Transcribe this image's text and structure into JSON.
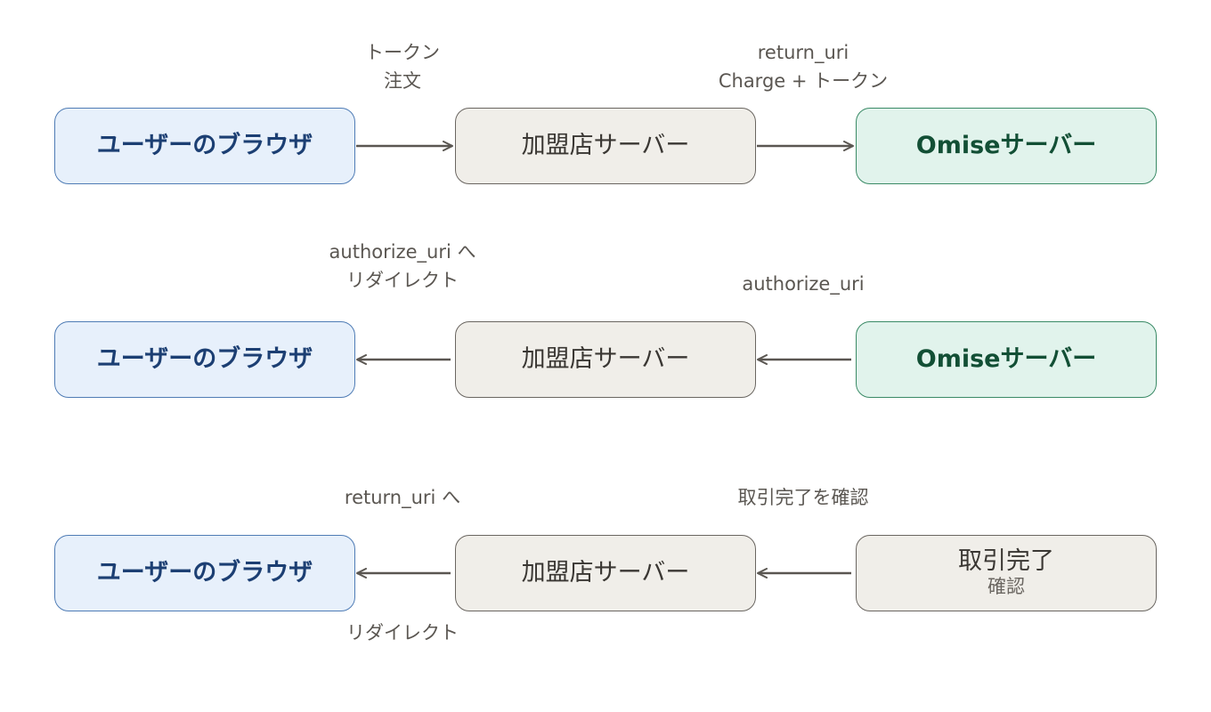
{
  "rows": [
    {
      "boxes": {
        "left": {
          "text": "ユーザーのブラウザ"
        },
        "middle": {
          "text": "加盟店サーバー"
        },
        "right": {
          "text": "Omiseサーバー"
        }
      },
      "labels": {
        "left_line1": "トークン",
        "left_line2": "注文",
        "right_line1": "return_uri",
        "right_line2": "Charge + トークン"
      }
    },
    {
      "boxes": {
        "left": {
          "text": "ユーザーのブラウザ"
        },
        "middle": {
          "text": "加盟店サーバー"
        },
        "right": {
          "text": "Omiseサーバー"
        }
      },
      "labels": {
        "left_line1": "authorize_uri へ",
        "left_line2": "リダイレクト",
        "right_line1": "authorize_uri"
      }
    },
    {
      "boxes": {
        "left": {
          "text": "ユーザーのブラウザ"
        },
        "middle": {
          "text": "加盟店サーバー"
        },
        "right": {
          "text": "取引完了",
          "sub": "確認"
        }
      },
      "labels": {
        "left_top": "return_uri へ",
        "left_bottom": "リダイレクト",
        "right_top": "取引完了を確認"
      }
    }
  ],
  "colors": {
    "browser_fill": "#e7f0fb",
    "browser_border": "#4f7cb5",
    "browser_text": "#1c3f73",
    "merchant_fill": "#f0eee9",
    "merchant_border": "#6a6661",
    "omise_fill": "#e1f3ec",
    "omise_border": "#3a8a66",
    "omise_text": "#124f35",
    "arrow": "#5a5651"
  }
}
